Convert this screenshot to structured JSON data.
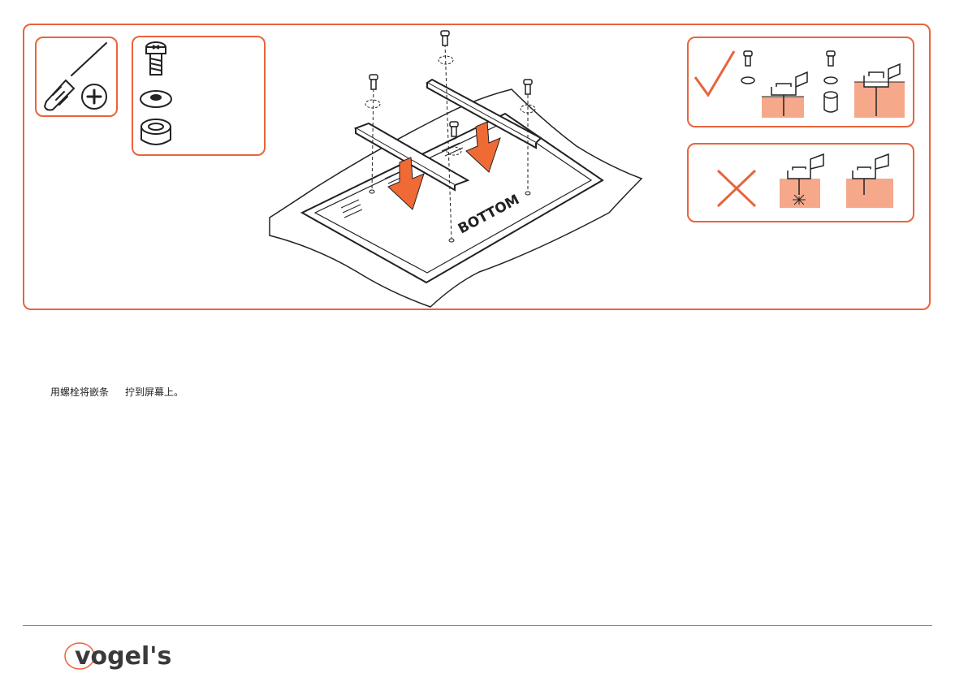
{
  "instruction": {
    "text_before": "用螺栓将嵌条",
    "text_after": "拧到屏幕上。"
  },
  "illustration": {
    "panel_label": "BOTTOM"
  },
  "brand": {
    "logo": "vogel's"
  },
  "colors": {
    "accent": "#e8643a",
    "arrow": "#f06a35",
    "surface_fill": "#f5a98a"
  },
  "icons": [
    "screwdriver-phillips-icon",
    "bolt-icon",
    "washer-icon",
    "spacer-icon",
    "check-icon",
    "cross-icon"
  ]
}
